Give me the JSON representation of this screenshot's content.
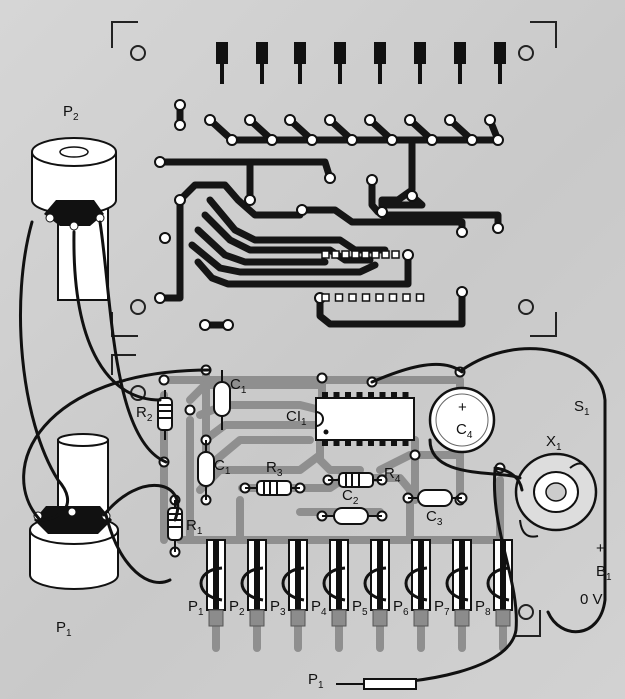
{
  "labels": {
    "p2_top": {
      "main": "P",
      "sub": "2"
    },
    "p1_left": {
      "main": "P",
      "sub": "1"
    },
    "r2": {
      "main": "R",
      "sub": "2"
    },
    "c1_top": {
      "main": "C",
      "sub": "1"
    },
    "c1_mid": {
      "main": "C",
      "sub": "1"
    },
    "ci1": {
      "main": "CI",
      "sub": "1"
    },
    "c4": {
      "main": "C",
      "sub": "4"
    },
    "s1": {
      "main": "S",
      "sub": "1"
    },
    "x1": {
      "main": "X",
      "sub": "1"
    },
    "r3": {
      "main": "R",
      "sub": "3"
    },
    "r4": {
      "main": "R",
      "sub": "4"
    },
    "c2": {
      "main": "C",
      "sub": "2"
    },
    "c3": {
      "main": "C",
      "sub": "3"
    },
    "r1": {
      "main": "R",
      "sub": "1"
    },
    "b1": {
      "main": "B",
      "sub": "1"
    },
    "zero_v": "0 V",
    "plus": "+",
    "probe_p1": {
      "main": "P",
      "sub": "1"
    },
    "keys": [
      {
        "main": "P",
        "sub": "1"
      },
      {
        "main": "P",
        "sub": "2"
      },
      {
        "main": "P",
        "sub": "3"
      },
      {
        "main": "P",
        "sub": "4"
      },
      {
        "main": "P",
        "sub": "5"
      },
      {
        "main": "P",
        "sub": "6"
      },
      {
        "main": "P",
        "sub": "7"
      },
      {
        "main": "P",
        "sub": "8"
      }
    ]
  }
}
